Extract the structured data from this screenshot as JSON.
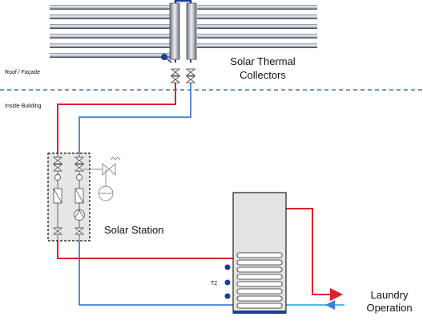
{
  "zones": {
    "roof_label": "Roof / Façade",
    "inside_label": "Inside Building"
  },
  "components": {
    "collectors_line1": "Solar Thermal",
    "collectors_line2": "Collectors",
    "station_label": "Solar Station",
    "sensor_label": "T2"
  },
  "outputs": {
    "laundry_line1": "Laundry",
    "laundry_line2": "Operation"
  },
  "colors": {
    "hot_pipe": "#e0202a",
    "cold_pipe": "#3f7fd6",
    "cold_inlet": "#57b8e8",
    "zone_divider": "#3a78c8",
    "tank_fill": "#e3e3e3",
    "station_fill": "#e6e6e6"
  }
}
